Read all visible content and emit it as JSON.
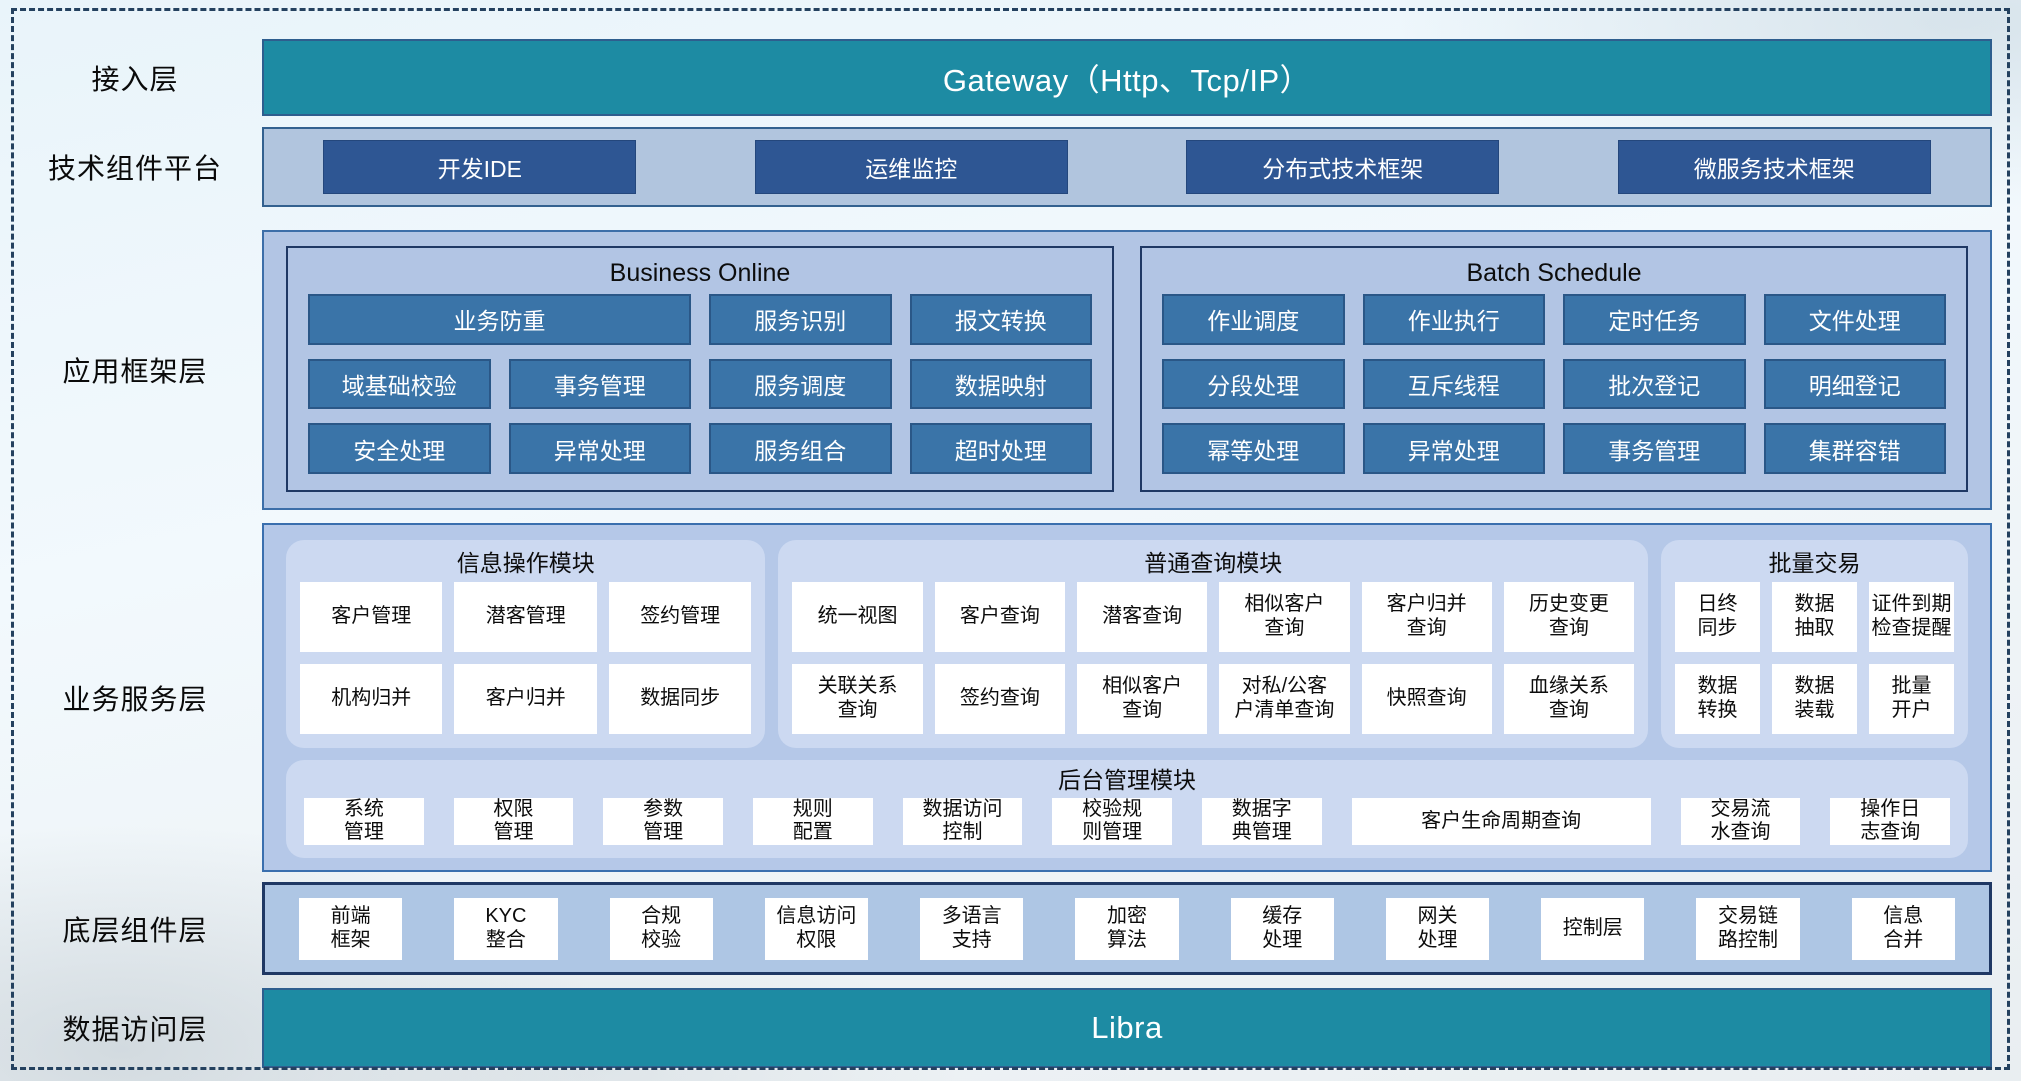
{
  "colors": {
    "teal_bar": "#1d8ba3",
    "navy_button": "#2e5693",
    "steel_box": "#3a74a8",
    "layer_fill_light": "#b2c5e4",
    "module_fill": "#ccd9f1",
    "dark_border": "#1f3864",
    "dashed_frame": "#24415f"
  },
  "layers": {
    "access": {
      "label": "接入层",
      "bar": "Gateway（Http、Tcp/IP）"
    },
    "tech_platform": {
      "label": "技术组件平台",
      "buttons": [
        "开发IDE",
        "运维监控",
        "分布式技术框架",
        "微服务技术框架"
      ]
    },
    "app_framework": {
      "label": "应用框架层",
      "panels": [
        {
          "title": "Business Online",
          "items": [
            {
              "label": "业务防重",
              "span": 2
            },
            {
              "label": "服务识别"
            },
            {
              "label": "报文转换"
            },
            {
              "label": "域基础校验"
            },
            {
              "label": "事务管理"
            },
            {
              "label": "服务调度"
            },
            {
              "label": "数据映射"
            },
            {
              "label": "安全处理"
            },
            {
              "label": "异常处理"
            },
            {
              "label": "服务组合"
            },
            {
              "label": "超时处理"
            }
          ]
        },
        {
          "title": "Batch Schedule",
          "items": [
            {
              "label": "作业调度"
            },
            {
              "label": "作业执行"
            },
            {
              "label": "定时任务"
            },
            {
              "label": "文件处理"
            },
            {
              "label": "分段处理"
            },
            {
              "label": "互斥线程"
            },
            {
              "label": "批次登记"
            },
            {
              "label": "明细登记"
            },
            {
              "label": "幂等处理"
            },
            {
              "label": "异常处理"
            },
            {
              "label": "事务管理"
            },
            {
              "label": "集群容错"
            }
          ]
        }
      ]
    },
    "business_service": {
      "label": "业务服务层",
      "modules": [
        {
          "title": "信息操作模块",
          "items": [
            "客户管理",
            "潜客管理",
            "签约管理",
            "机构归并",
            "客户归并",
            "数据同步"
          ]
        },
        {
          "title": "普通查询模块",
          "items": [
            "统一视图",
            "客户查询",
            "潜客查询",
            "相似客户\n查询",
            "客户归并\n查询",
            "历史变更\n查询",
            "关联关系\n查询",
            "签约查询",
            "相似客户\n查询",
            "对私/公客\n户清单查询",
            "快照查询",
            "血缘关系\n查询"
          ]
        },
        {
          "title": "批量交易",
          "items": [
            "日终\n同步",
            "数据\n抽取",
            "证件到期\n检查提醒",
            "数据\n转换",
            "数据\n装载",
            "批量\n开户"
          ]
        }
      ],
      "admin_module": {
        "title": "后台管理模块",
        "items": [
          {
            "label": "系统\n管理"
          },
          {
            "label": "权限\n管理"
          },
          {
            "label": "参数\n管理"
          },
          {
            "label": "规则\n配置"
          },
          {
            "label": "数据访问\n控制"
          },
          {
            "label": "校验规\n则管理"
          },
          {
            "label": "数据字\n典管理"
          },
          {
            "label": "客户生命周期查询",
            "flex": 2.5
          },
          {
            "label": "交易流\n水查询"
          },
          {
            "label": "操作日\n志查询"
          }
        ]
      }
    },
    "base_components": {
      "label": "底层组件层",
      "items": [
        "前端\n框架",
        "KYC\n整合",
        "合规\n校验",
        "信息访问\n权限",
        "多语言\n支持",
        "加密\n算法",
        "缓存\n处理",
        "网关\n处理",
        "控制层",
        "交易链\n路控制",
        "信息\n合并"
      ]
    },
    "data_access": {
      "label": "数据访问层",
      "bar": "Libra"
    }
  }
}
